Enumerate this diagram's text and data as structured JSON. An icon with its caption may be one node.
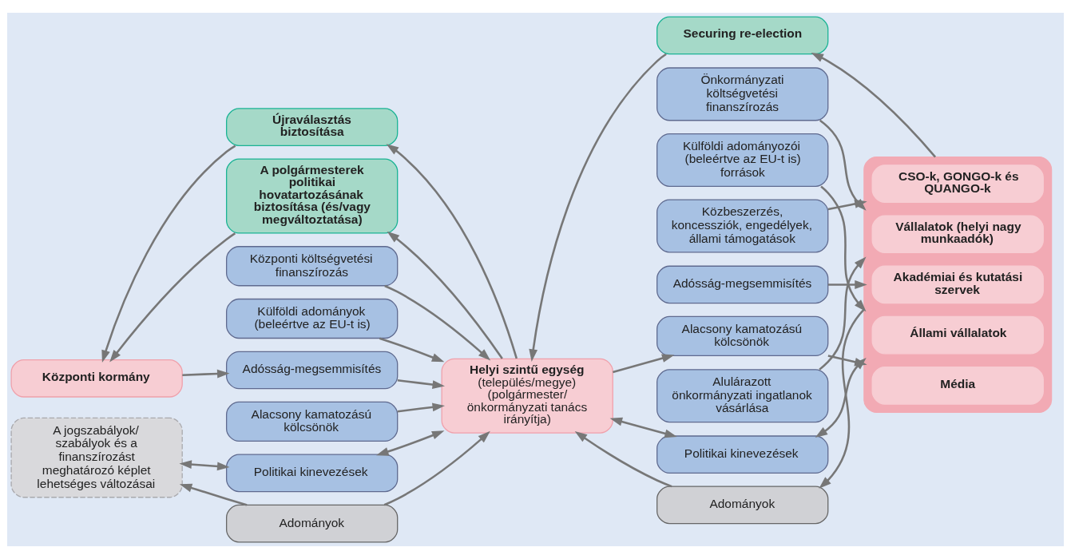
{
  "diagram": {
    "nodes": [
      {
        "text": [
          "Központi kormány"
        ]
      },
      {
        "text": [
          "A jogszabályok/ szabályok és a finanszírozást meghatározó képlet lehetséges változásai"
        ]
      },
      {
        "text": [
          "Újraválasztás biztosítása"
        ]
      },
      {
        "text": [
          "A polgármesterek politikai hovatartozásának biztosítása (és/vagy megváltoztatása)"
        ]
      },
      {
        "text": [
          "Központi költségvetési finanszírozás"
        ]
      },
      {
        "text": [
          "Külföldi adományok (beleértve az EU-t is)"
        ]
      },
      {
        "text": [
          "Adósság-megsemmisítés"
        ]
      },
      {
        "text": [
          "Alacsony kamatozású kölcsönök"
        ]
      },
      {
        "text": [
          "Politikai kinevezések"
        ]
      },
      {
        "text": [
          "Helyi szintű egység",
          "(település/megye)",
          "(polgármester/ önkormányzati tanács irányítja)"
        ]
      },
      {
        "text": [
          "Securing re-election"
        ]
      },
      {
        "text": [
          "Önkormányzati költségvetési finanszírozás"
        ]
      },
      {
        "text": [
          "Külföldi adományozói (beleértve az EU-t is) források"
        ]
      },
      {
        "text": [
          "Közbeszerzés, koncessziók, engedélyek, állami támogatások"
        ]
      },
      {
        "text": [
          "Adósság-megsemmisítés"
        ]
      },
      {
        "text": [
          "Alacsony kamatozású kölcsönök"
        ]
      },
      {
        "text": [
          "Alulárazott önkormányzati ingatlanok vásárlása"
        ]
      },
      {
        "text": [
          "Politikai kinevezések"
        ]
      },
      {
        "text": [],
        "shape": "box"
      },
      {
        "text": [
          "Vállalatok (helyi nagy munkaadók)"
        ],
        "in": 18
      },
      {
        "text": [
          "Állami vállalatok"
        ],
        "in": 18
      },
      {
        "text": [
          "CSO-k, GONGO-k és QUANGO-k"
        ],
        "in": 18
      },
      {
        "text": [
          "Akadémiai és kutatási szervek"
        ],
        "in": 18
      },
      {
        "text": [
          "Média"
        ],
        "in": 18
      },
      {
        "text": [
          "Adományok"
        ]
      },
      {
        "text": [
          "Adományok"
        ]
      }
    ],
    "edges": [
      {
        "from": 0,
        "to": 6,
        "arrow": "to"
      },
      {
        "from": 1,
        "to": 8,
        "arrow": "both"
      },
      {
        "from": 4,
        "to": 9,
        "arrow": "to"
      },
      {
        "from": 5,
        "to": 9,
        "arrow": "to"
      },
      {
        "from": 6,
        "to": 9,
        "arrow": "to"
      },
      {
        "from": 7,
        "to": 9,
        "arrow": "to"
      },
      {
        "from": 8,
        "to": 9,
        "arrow": "both"
      },
      {
        "from": 9,
        "to": 2,
        "arrow": "to"
      },
      {
        "from": 9,
        "to": 3,
        "arrow": "to"
      },
      {
        "from": 2,
        "to": 0,
        "arrow": "to"
      },
      {
        "from": 3,
        "to": 0,
        "arrow": "to"
      },
      {
        "from": 10,
        "to": 9,
        "arrow": "to"
      },
      {
        "from": 9,
        "to": 15,
        "arrow": "to"
      },
      {
        "from": 9,
        "to": 17,
        "arrow": "both"
      },
      {
        "from": 11,
        "to": 18,
        "arrow": "to"
      },
      {
        "from": 12,
        "to": 18,
        "arrow": "to"
      },
      {
        "from": 13,
        "to": 18,
        "arrow": "to"
      },
      {
        "from": 14,
        "to": 18,
        "arrow": "to"
      },
      {
        "from": 15,
        "to": 18,
        "arrow": "to"
      },
      {
        "from": 16,
        "to": 18,
        "arrow": "to"
      },
      {
        "from": 17,
        "to": 18,
        "arrow": "both"
      },
      {
        "from": 18,
        "to": 10,
        "arrow": "to"
      },
      {
        "from": 18,
        "to": 25,
        "arrow": "to"
      },
      {
        "from": 25,
        "to": 9,
        "arrow": "to"
      },
      {
        "from": 24,
        "to": 9,
        "arrow": "to"
      },
      {
        "from": 24,
        "to": 1,
        "arrow": "to"
      }
    ]
  }
}
